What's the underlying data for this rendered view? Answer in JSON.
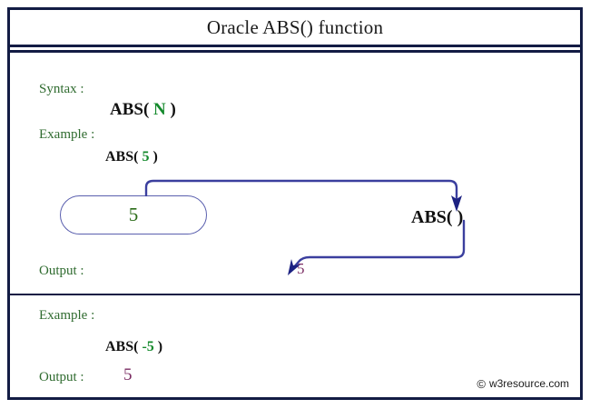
{
  "title": "Oracle ABS() function",
  "section_one": {
    "syntax_label": "Syntax :",
    "syntax_code_prefix": "ABS( ",
    "syntax_code_arg": "N",
    "syntax_code_suffix": " )",
    "example_label": "Example :",
    "example_code_prefix": "ABS( ",
    "example_code_arg": "5",
    "example_code_suffix": " )",
    "input_value": "5",
    "function_call": "ABS(  )",
    "output_label": "Output :",
    "output_value": "5"
  },
  "section_two": {
    "example_label": "Example :",
    "example_code_prefix": "ABS( ",
    "example_code_arg": "-5",
    "example_code_suffix": " )",
    "output_label": "Output :",
    "output_value": "5"
  },
  "footer": {
    "copyright_icon": "©",
    "site": "w3resource.com"
  },
  "colors": {
    "border": "#131c44",
    "label_green": "#2f6b2f",
    "arg_green": "#13892b",
    "output_purple": "#7b2d63",
    "flow_blue": "#3b3f9e",
    "pill_border": "#5a5fae"
  }
}
